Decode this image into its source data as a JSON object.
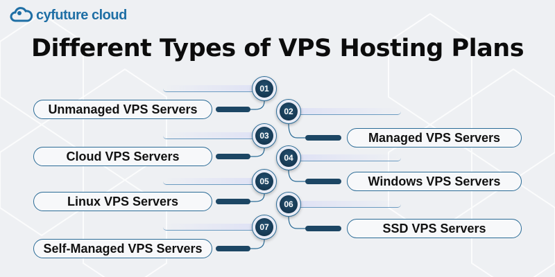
{
  "brand": {
    "name": "cyfuture cloud",
    "color": "#1f6fa5"
  },
  "title": "Different Types of VPS Hosting Plans",
  "items": [
    {
      "number": "01",
      "label": "Unmanaged VPS Servers"
    },
    {
      "number": "02",
      "label": "Managed VPS Servers"
    },
    {
      "number": "03",
      "label": "Cloud VPS Servers"
    },
    {
      "number": "04",
      "label": "Windows VPS Servers"
    },
    {
      "number": "05",
      "label": "Linux VPS Servers"
    },
    {
      "number": "06",
      "label": "SSD VPS Servers"
    },
    {
      "number": "07",
      "label": "Self-Managed VPS Servers"
    }
  ]
}
